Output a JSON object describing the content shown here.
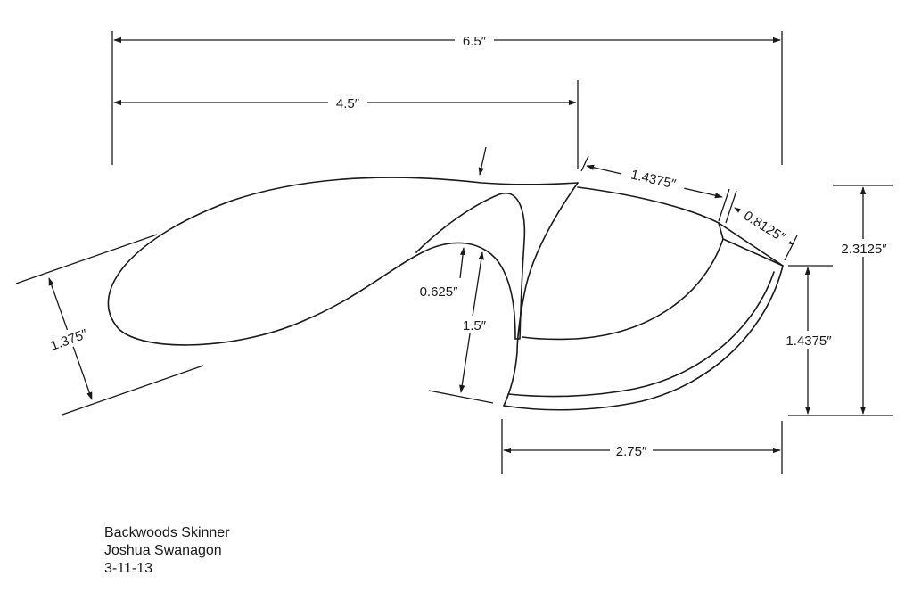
{
  "dimensions": {
    "overall_length": "6.5″",
    "handle_length": "4.5″",
    "spine_curve": "1.4375″",
    "tip_segment": "0.8125″",
    "overall_height": "2.3125″",
    "blade_height": "1.4375″",
    "blade_length": "2.75″",
    "finger_hole_inner": "0.625″",
    "finger_hole_outer": "1.5″",
    "handle_width": "1.375″"
  },
  "caption": {
    "title": "Backwoods Skinner",
    "author": "Joshua Swanagon",
    "date": "3-11-13"
  }
}
